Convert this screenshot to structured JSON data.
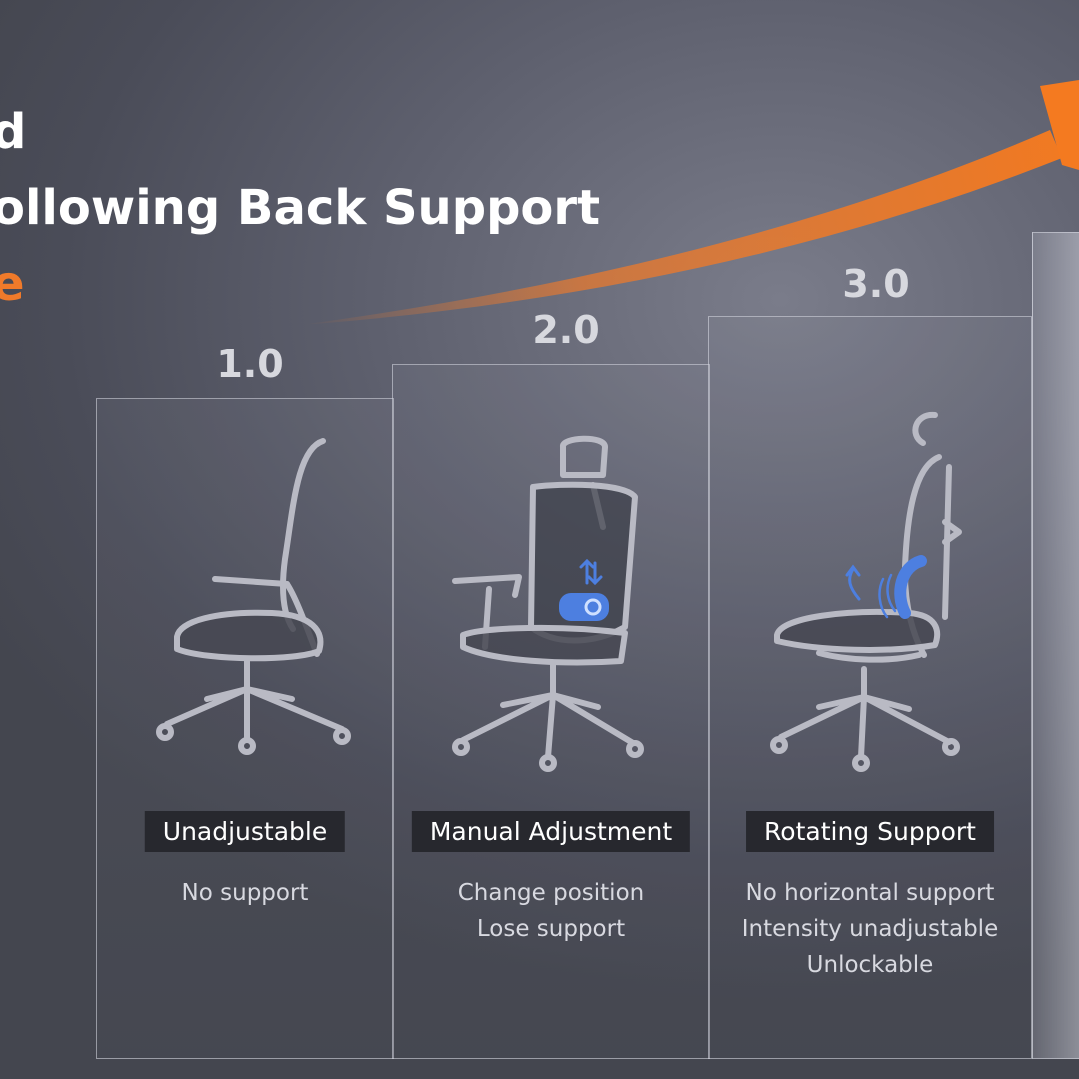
{
  "headline": {
    "line1": "d",
    "line2": "ollowing Back Support",
    "line3": "e"
  },
  "accent_color": "#f07a2a",
  "stages": [
    {
      "version": "1.0",
      "label": "Unadjustable",
      "description": [
        "No support"
      ]
    },
    {
      "version": "2.0",
      "label": "Manual Adjustment",
      "description": [
        "Change position",
        "Lose support"
      ]
    },
    {
      "version": "3.0",
      "label": "Rotating Support",
      "description": [
        "No horizontal support",
        "Intensity unadjustable",
        "Unlockable"
      ]
    }
  ],
  "icons": {
    "chair1": "basic-office-chair-icon",
    "chair2": "adjustable-lumbar-chair-icon",
    "chair3": "rotating-lumbar-chair-icon",
    "arrow": "trend-arrow-icon"
  }
}
